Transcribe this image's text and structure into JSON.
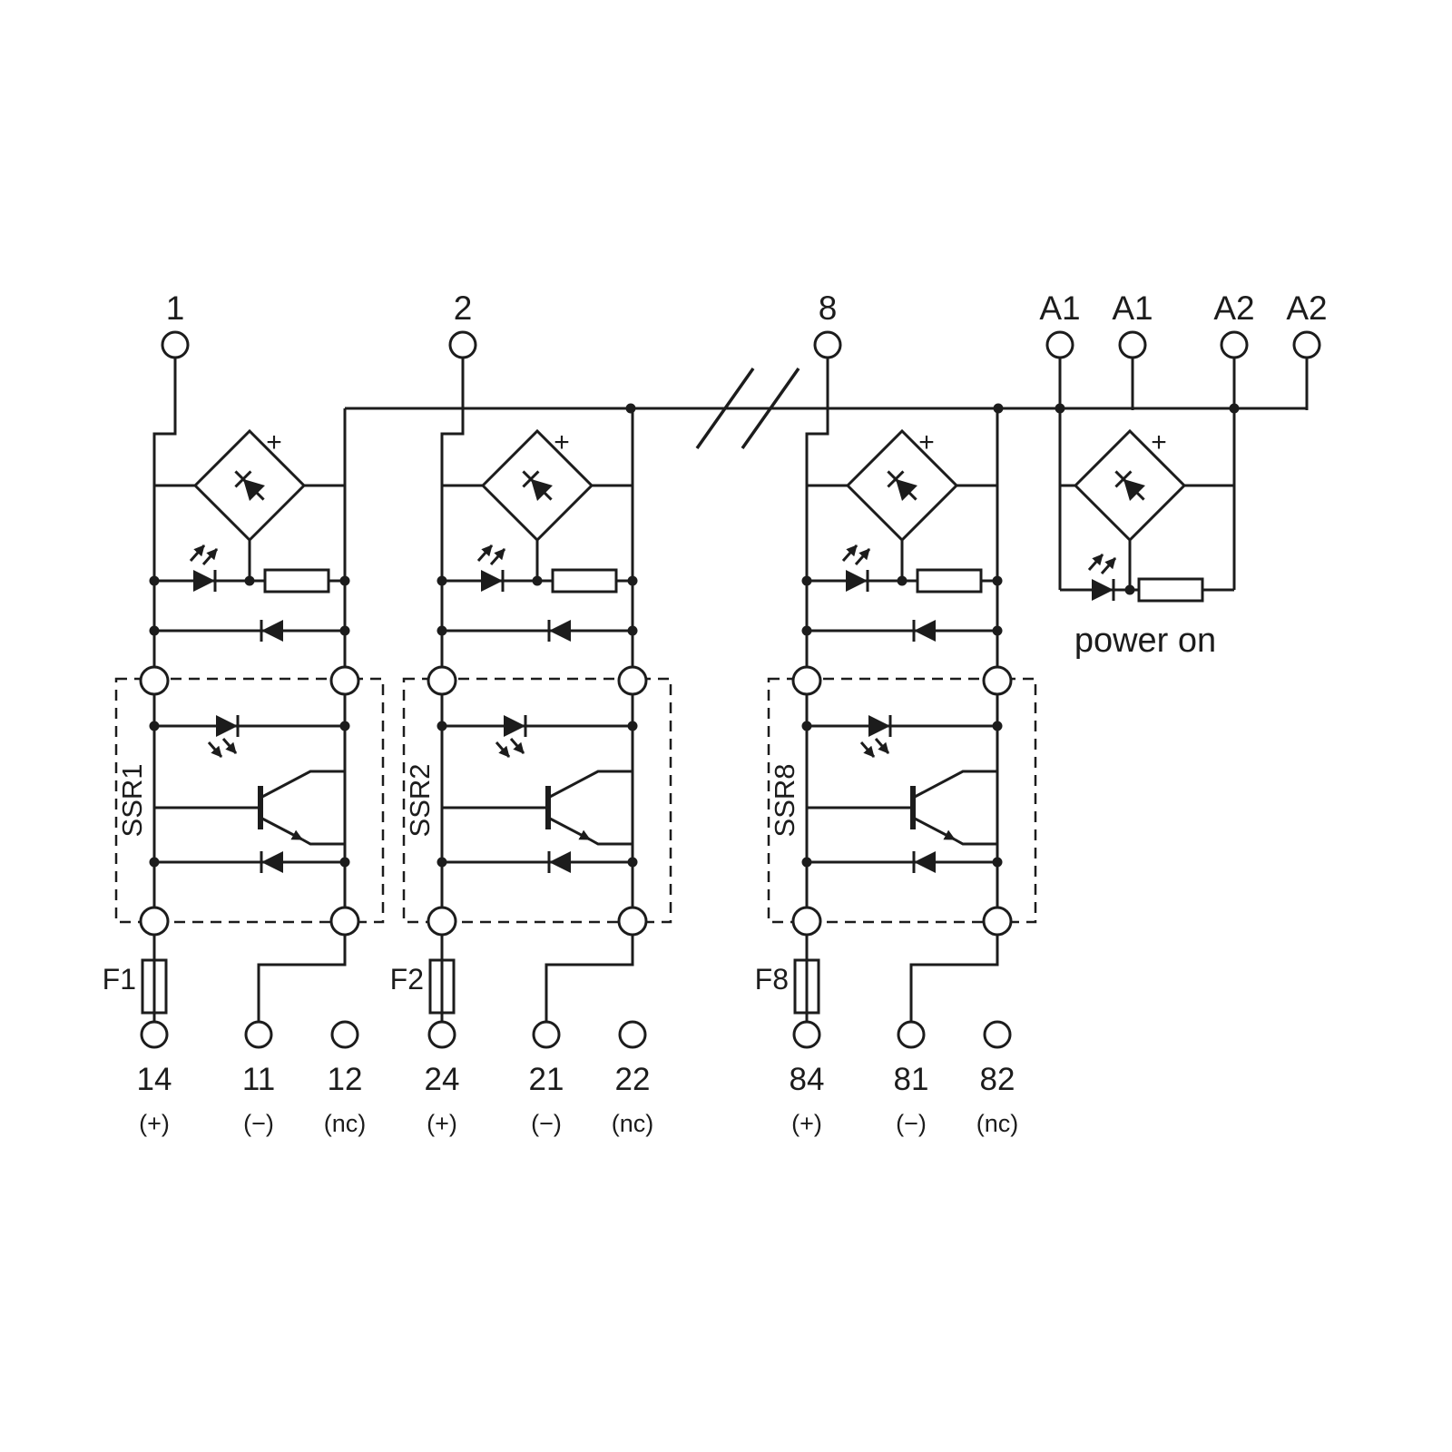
{
  "colors": {
    "ink": "#1c1c1c",
    "background": "#ffffff"
  },
  "bus": {
    "power_terminals": [
      "A1",
      "A1",
      "A2",
      "A2"
    ]
  },
  "power_on": {
    "label": "power on",
    "plus": "+"
  },
  "channels": [
    {
      "input": "1",
      "plus": "+",
      "ssr_label": "SSR1",
      "fuse_label": "F1",
      "outputs": [
        {
          "terminal": "14",
          "polarity": "(+)"
        },
        {
          "terminal": "11",
          "polarity": "(−)"
        },
        {
          "terminal": "12",
          "polarity": "(nc)"
        }
      ]
    },
    {
      "input": "2",
      "plus": "+",
      "ssr_label": "SSR2",
      "fuse_label": "F2",
      "outputs": [
        {
          "terminal": "24",
          "polarity": "(+)"
        },
        {
          "terminal": "21",
          "polarity": "(−)"
        },
        {
          "terminal": "22",
          "polarity": "(nc)"
        }
      ]
    },
    {
      "input": "8",
      "plus": "+",
      "ssr_label": "SSR8",
      "fuse_label": "F8",
      "outputs": [
        {
          "terminal": "84",
          "polarity": "(+)"
        },
        {
          "terminal": "81",
          "polarity": "(−)"
        },
        {
          "terminal": "82",
          "polarity": "(nc)"
        }
      ]
    }
  ]
}
